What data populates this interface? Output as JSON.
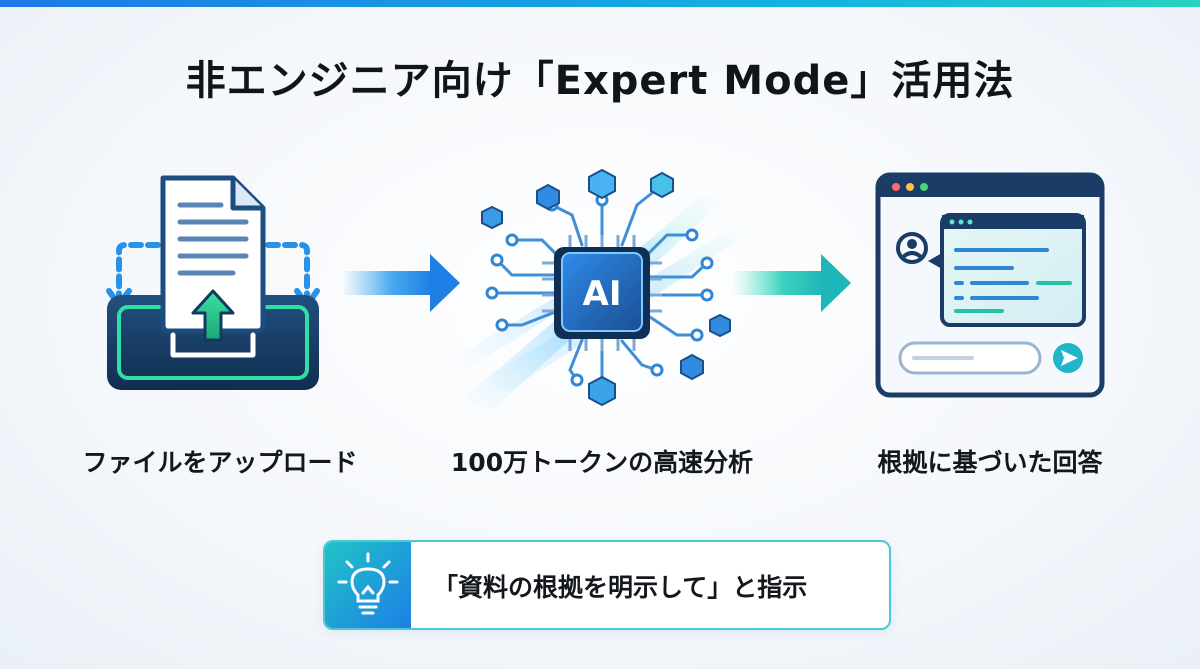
{
  "title": "非エンジニア向け「Expert Mode」活用法",
  "colors": {
    "accent_blue": "#1e78e6",
    "accent_teal": "#27d2c0",
    "dark_navy": "#173a63"
  },
  "steps": [
    {
      "icon": "upload-tray-icon",
      "label": "ファイルをアップロード"
    },
    {
      "icon": "ai-chip-icon",
      "chip_text": "AI",
      "label": "100万トークンの高速分析"
    },
    {
      "icon": "chat-window-icon",
      "label": "根拠に基づいた回答"
    }
  ],
  "tip": {
    "icon": "lightbulb-icon",
    "text": "「資料の根拠を明示して」と指示"
  }
}
